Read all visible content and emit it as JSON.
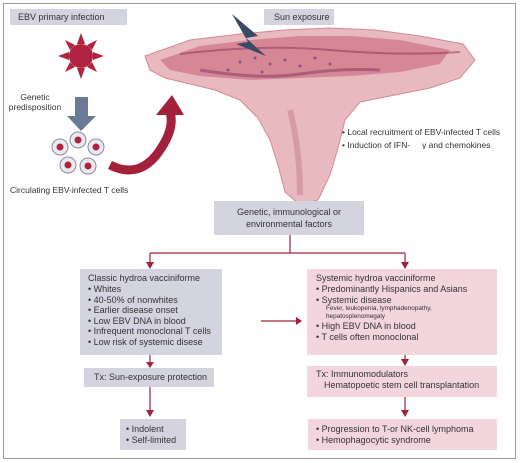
{
  "labels": {
    "ebv_primary": "EBV primary infection",
    "sun_exposure": "Sun exposure",
    "genetic_predisposition": "Genetic predisposition",
    "circulating": "Circulating EBV-infected T cells",
    "local_recruitment": "Local recruitment of EBV-infected T cells",
    "induction": "Induction of IFN-",
    "induction_gamma": "γ and chemokines",
    "factors": "Genetic, immunological or environmental factors"
  },
  "classic": {
    "title": "Classic hydroa vacciniforme",
    "items": [
      "Whites",
      "40-50% of nonwhites",
      "Earlier disease onset",
      "Low EBV DNA in blood",
      "Infrequent monoclonal T cells",
      "Low risk of systemic disese"
    ],
    "tx": "Tx: Sun-exposure protection",
    "outcomes": [
      "Indolent",
      "Self-limited"
    ]
  },
  "systemic": {
    "title": "Systemic hydroa vacciniforme",
    "items_top": [
      "Predominantly Hispanics and Asians",
      "Systemic disease"
    ],
    "symptoms": "Fever, leukopenia, lymphadenopathy, hepatosplenomegaly",
    "items_bottom": [
      "High EBV DNA in blood",
      "T cells often monoclonal"
    ],
    "tx_line1": "Tx: Immunomodulators",
    "tx_line2": "Hematopoetic stem cell transplantation",
    "outcomes": [
      "Progression to T-or NK-cell lymphoma",
      "Hemophagocytic syndrome"
    ]
  },
  "colors": {
    "grey_box": "#d4d3e0",
    "pink_box": "#f3d5de",
    "arrow_red": "#a3213a",
    "arrow_blue": "#6b7a96",
    "virus": "#b0243f"
  },
  "icons": [
    "virus-icon",
    "lightning-icon",
    "skin-histology-image",
    "t-cell-icon"
  ]
}
